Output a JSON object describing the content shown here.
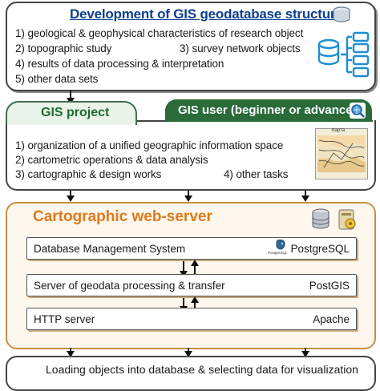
{
  "structure_box": {
    "title": "Development of GIS geodatabase structure",
    "items": [
      "1) geological & geophysical characteristics of research object",
      "2) topographic study",
      "3) survey network objects",
      "4) results of data processing & interpretation",
      "5) other data sets"
    ]
  },
  "project_box": {
    "tab_label": "GIS project",
    "user_label": "GIS user (beginner or advanced)",
    "items": [
      "1) organization of a unified geographic information space",
      "2) cartometric operations & data analysis",
      "3) cartographic & design works",
      "4) other tasks"
    ],
    "map_title": "Карта"
  },
  "server_box": {
    "title": "Cartographic web-server",
    "rows": [
      {
        "label": "Database Management System",
        "tech": "PostgreSQL",
        "logo_caption": "PostgreSQL"
      },
      {
        "label": "Server of geodata processing & transfer",
        "tech": "PostGIS"
      },
      {
        "label": "HTTP server",
        "tech": "Apache"
      }
    ]
  },
  "bottom_box": {
    "label": "Loading objects into database & selecting data for visualization"
  },
  "colors": {
    "title_blue": "#0d3f8f",
    "project_green": "#1e6b2c",
    "server_orange": "#e0791a"
  }
}
